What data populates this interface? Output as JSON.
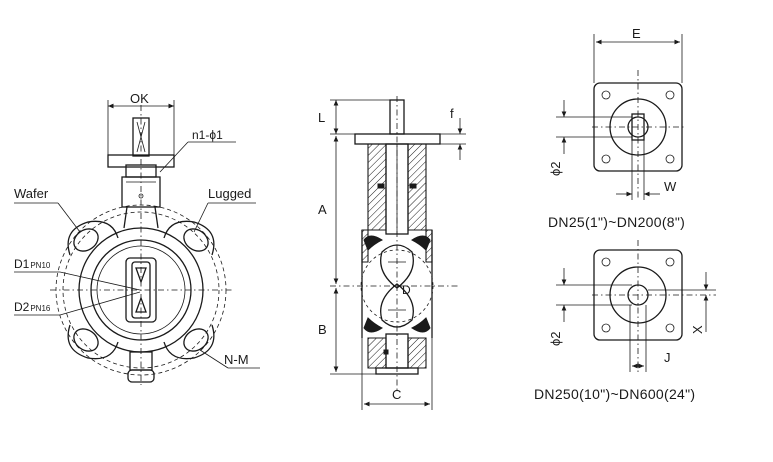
{
  "front_view": {
    "dim_ok": "OK",
    "dim_holes": "n1-ϕ1",
    "label_wafer": "Wafer",
    "label_lugged": "Lugged",
    "label_d1": "D1",
    "label_d1_sub": "PN10",
    "label_d2": "D2",
    "label_d2_sub": "PN16",
    "label_nm": "N-M"
  },
  "side_view": {
    "dim_l": "L",
    "dim_f": "f",
    "dim_a": "A",
    "dim_b": "B",
    "dim_c": "C",
    "dim_d": "D"
  },
  "top_small": {
    "dim_e": "E",
    "dim_phi2": "ϕ2",
    "dim_w": "W",
    "caption": "DN25(1\")~DN200(8\")"
  },
  "bottom_small": {
    "dim_phi2": "ϕ2",
    "dim_x": "X",
    "dim_j": "J",
    "caption": "DN250(10\")~DN600(24\")"
  }
}
